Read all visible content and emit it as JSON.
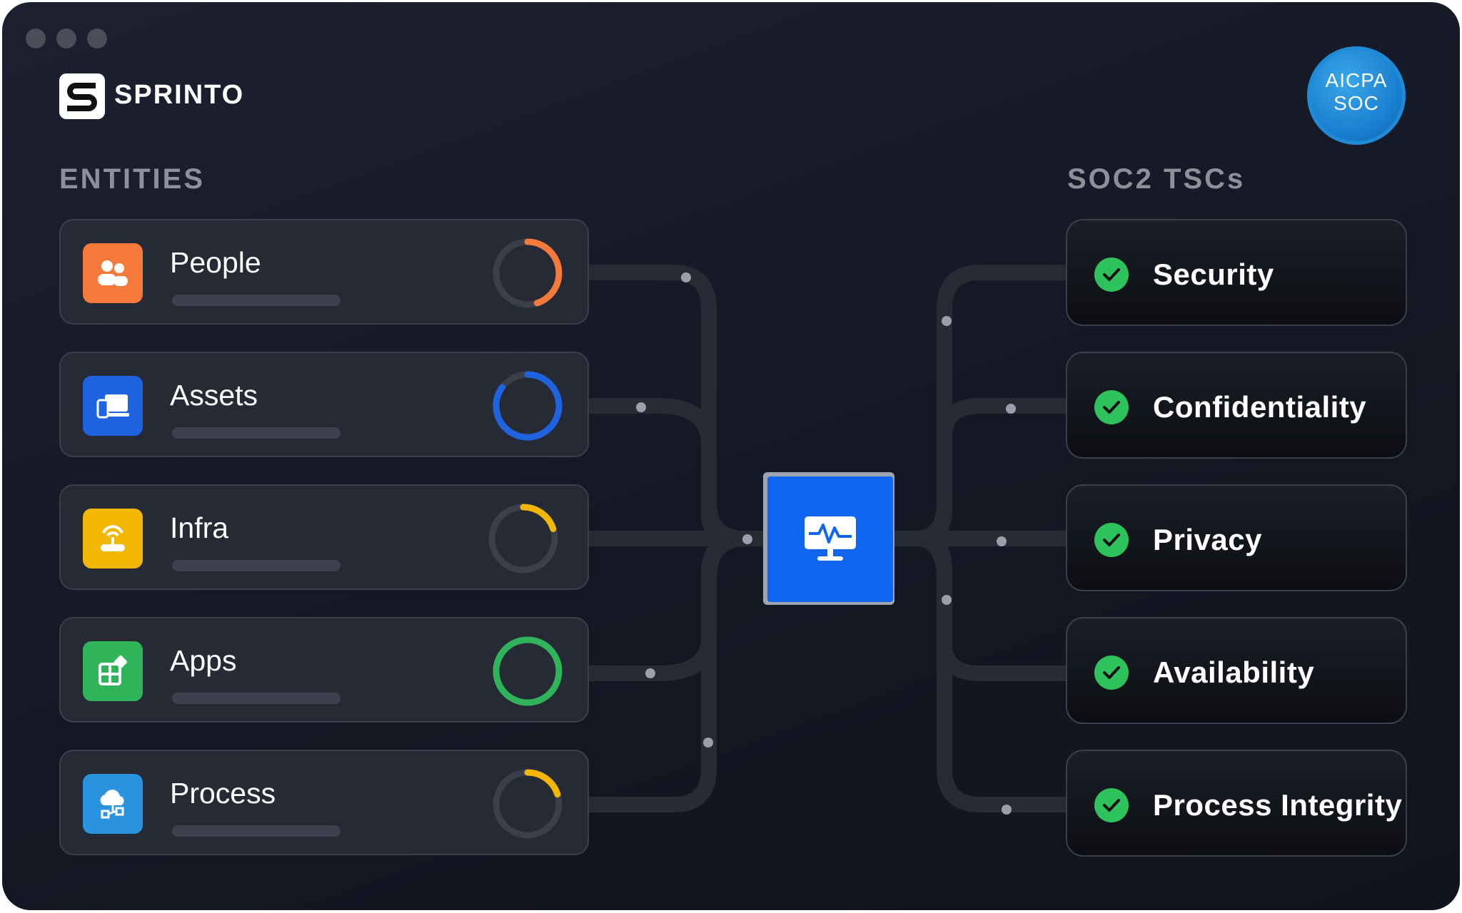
{
  "brand": {
    "name": "SPRINTO",
    "badge_line1": "AICPA",
    "badge_line2": "SOC"
  },
  "entities": {
    "heading": "ENTITIES",
    "items": [
      {
        "label": "People",
        "icon": "people-icon",
        "color": "#f4793b",
        "ring_color": "#f4793b",
        "progress": 0.45
      },
      {
        "label": "Assets",
        "icon": "devices-icon",
        "color": "#1f63e0",
        "ring_color": "#1f63e0",
        "progress": 0.85
      },
      {
        "label": "Infra",
        "icon": "router-icon",
        "color": "#f2b705",
        "ring_color": "#f2b705",
        "progress": 0.2
      },
      {
        "label": "Apps",
        "icon": "apps-icon",
        "color": "#2fb45a",
        "ring_color": "#2fb45a",
        "progress": 1.0
      },
      {
        "label": "Process",
        "icon": "cloud-process-icon",
        "color": "#2a93e0",
        "ring_color": "#f2b705",
        "progress": 0.2
      }
    ]
  },
  "tscs": {
    "heading": "SOC2 TSCs",
    "items": [
      {
        "label": "Security"
      },
      {
        "label": "Confidentiality"
      },
      {
        "label": "Privacy"
      },
      {
        "label": "Availability"
      },
      {
        "label": "Process Integrity"
      }
    ]
  },
  "hub": {
    "icon": "monitor-pulse-icon",
    "color": "#1066f0"
  }
}
